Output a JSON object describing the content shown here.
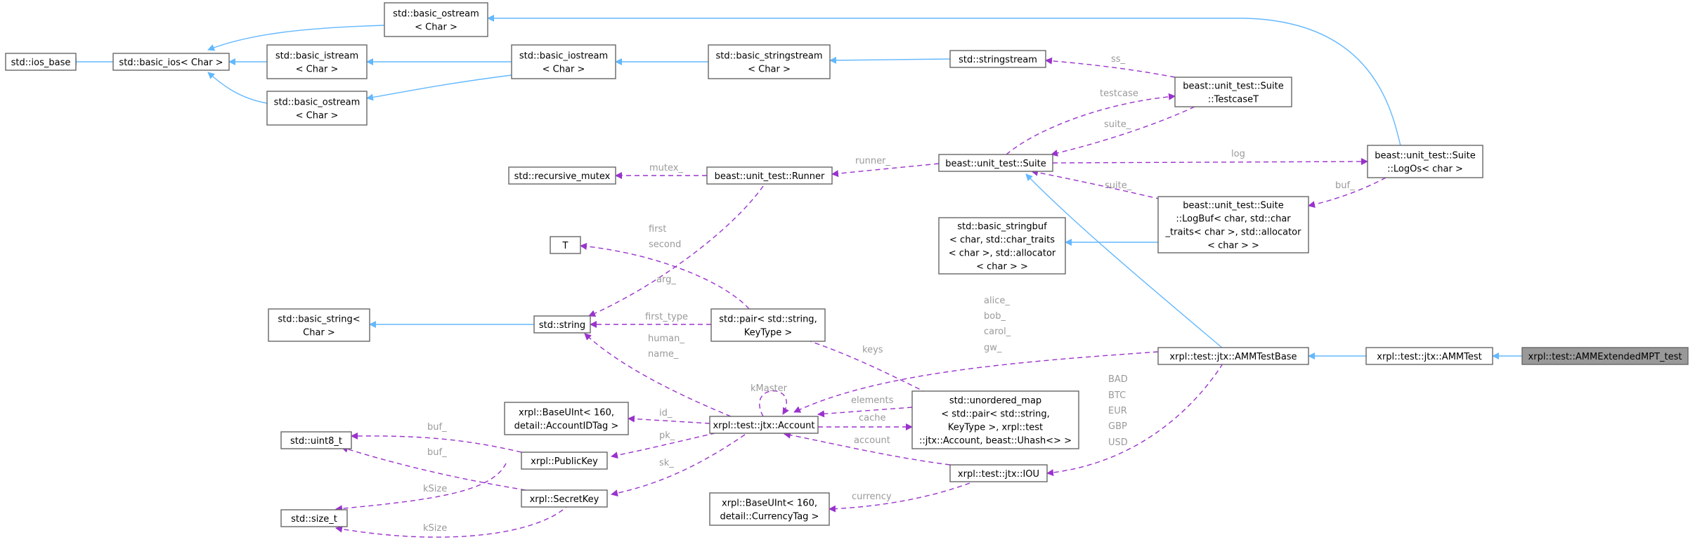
{
  "nodes": {
    "ios_base": [
      "std::ios_base"
    ],
    "basic_ios": [
      "std::basic_ios< Char >"
    ],
    "basic_ostream_top": [
      "std::basic_ostream",
      "< Char >"
    ],
    "basic_istream": [
      "std::basic_istream",
      "< Char >"
    ],
    "basic_ostream_mid": [
      "std::basic_ostream",
      "< Char >"
    ],
    "basic_iostream": [
      "std::basic_iostream",
      "< Char >"
    ],
    "basic_stringstream": [
      "std::basic_stringstream",
      "< Char >"
    ],
    "stringstream": [
      "std::stringstream"
    ],
    "testcaset": [
      "beast::unit_test::Suite",
      "::TestcaseT"
    ],
    "suite": [
      "beast::unit_test::Suite"
    ],
    "logos": [
      "beast::unit_test::Suite",
      "::LogOs< char >"
    ],
    "recursive_mutex": [
      "std::recursive_mutex"
    ],
    "runner": [
      "beast::unit_test::Runner"
    ],
    "t": [
      "T"
    ],
    "basic_stringbuf": [
      "std::basic_stringbuf",
      "< char, std::char_traits",
      "< char >, std::allocator",
      "< char > >"
    ],
    "logbuf": [
      "beast::unit_test::Suite",
      "::LogBuf< char, std::char",
      "_traits< char >, std::allocator",
      "< char > >"
    ],
    "basic_string": [
      "std::basic_string<",
      "Char >"
    ],
    "string": [
      "std::string"
    ],
    "pair": [
      "std::pair< std::string,",
      "KeyType >"
    ],
    "ammtestbase": [
      "xrpl::test::jtx::AMMTestBase"
    ],
    "ammtest": [
      "xrpl::test::jtx::AMMTest"
    ],
    "ammextended": [
      "xrpl::test::AMMExtendedMPT_test"
    ],
    "baseuint_account": [
      "xrpl::BaseUInt< 160,",
      "detail::AccountIDTag >"
    ],
    "account": [
      "xrpl::test::jtx::Account"
    ],
    "unordered_map": [
      "std::unordered_map",
      "< std::pair< std::string,",
      "KeyType >, xrpl::test",
      "::jtx::Account, beast::Uhash<> >"
    ],
    "uint8": [
      "std::uint8_t"
    ],
    "publickey": [
      "xrpl::PublicKey"
    ],
    "secretkey": [
      "xrpl::SecretKey"
    ],
    "size_t": [
      "std::size_t"
    ],
    "iou": [
      "xrpl::test::jtx::IOU"
    ],
    "baseuint_currency": [
      "xrpl::BaseUInt< 160,",
      "detail::CurrencyTag >"
    ]
  },
  "edge_labels": {
    "ss": "ss_",
    "testcase": "testcase",
    "suite1": "suite_",
    "log": "log",
    "runner": "runner_",
    "mutex": "mutex_",
    "buf_logbuf": "buf_",
    "suite2": "suite_",
    "first": "first",
    "second": "second",
    "arg": "arg_",
    "first_type": "first_type",
    "alice": "alice_",
    "bob": "bob_",
    "carol": "carol_",
    "gw": "gw_",
    "human": "human_",
    "name": "name_",
    "keys": "keys",
    "kmaster": "kMaster",
    "elements": "elements",
    "cache": "cache",
    "id": "id_",
    "pk": "pk_",
    "sk": "sk_",
    "buf_pub": "buf_",
    "buf_sec": "buf_",
    "ksize_pub": "kSize",
    "ksize_sec": "kSize",
    "account": "account",
    "currency": "currency",
    "bad": "BAD",
    "btc": "BTC",
    "eur": "EUR",
    "gbp": "GBP",
    "usd": "USD"
  },
  "colors": {
    "inheritance": "#63b8ff",
    "usage": "#9a32cd",
    "focus_fill": "#999999",
    "label": "#9a9a9a"
  }
}
